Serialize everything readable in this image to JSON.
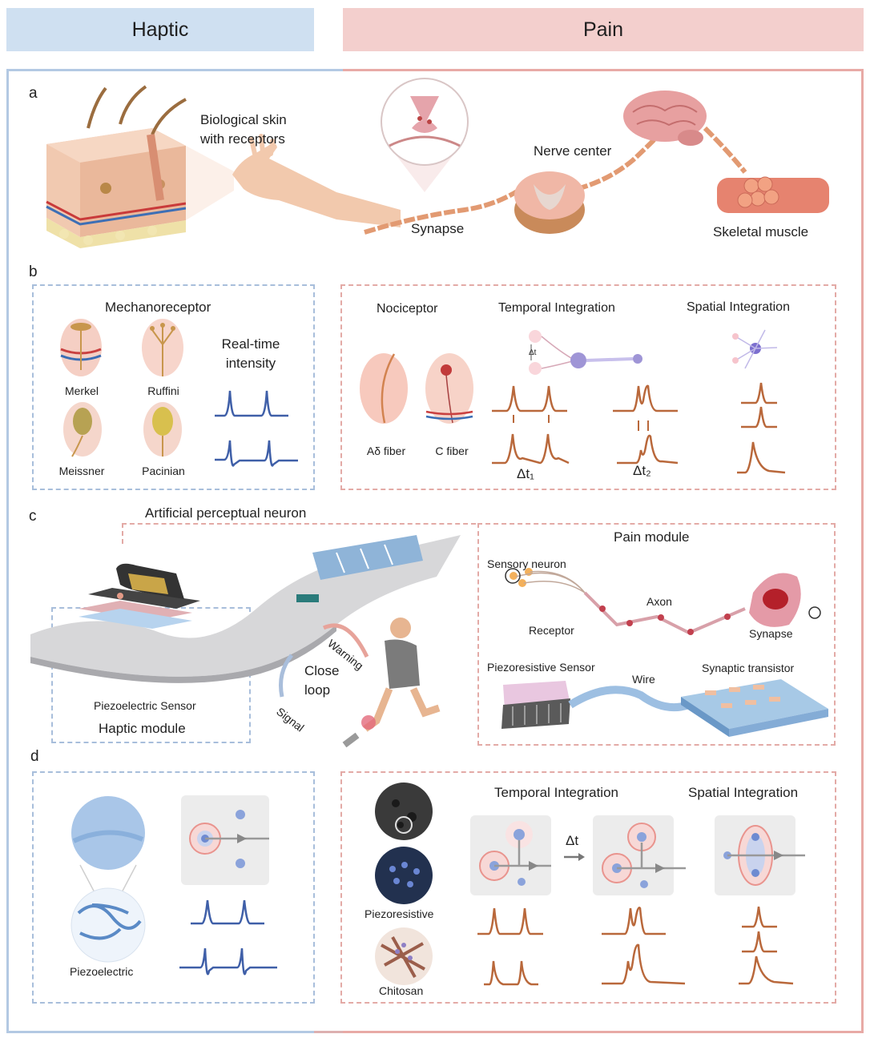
{
  "headers": {
    "haptic": "Haptic",
    "pain": "Pain"
  },
  "panel_letters": {
    "a": "a",
    "b": "b",
    "c": "c",
    "d": "d"
  },
  "panel_a": {
    "skin_label_1": "Biological skin",
    "skin_label_2": "with receptors",
    "nerve_center": "Nerve center",
    "synapse": "Synapse",
    "skeletal_muscle": "Skeletal muscle"
  },
  "panel_b": {
    "mechanoreceptor": "Mechanoreceptor",
    "merkel": "Merkel",
    "ruffini": "Ruffini",
    "meissner": "Meissner",
    "pacinian": "Pacinian",
    "realtime_1": "Real-time",
    "realtime_2": "intensity",
    "nociceptor": "Nociceptor",
    "temporal": "Temporal Integration",
    "spatial": "Spatial Integration",
    "a_delta": "Aδ fiber",
    "c_fiber": "C fiber",
    "dt_small": "Δt",
    "dt1": "Δt₁",
    "dt2": "Δt₂"
  },
  "panel_c": {
    "artificial": "Artificial perceptual neuron",
    "pain_module": "Pain module",
    "sensory_neuron": "Sensory neuron",
    "axon": "Axon",
    "receptor": "Receptor",
    "synapse": "Synapse",
    "piezoresistive_sensor": "Piezoresistive Sensor",
    "wire": "Wire",
    "synaptic_transistor": "Synaptic transistor",
    "warning": "Warning",
    "close_1": "Close",
    "close_2": "loop",
    "signal": "Signal",
    "piezoelectric_sensor": "Piezoelectric Sensor",
    "haptic_module": "Haptic module"
  },
  "panel_d": {
    "piezoelectric": "Piezoelectric",
    "piezoresistive": "Piezoresistive",
    "chitosan": "Chitosan",
    "temporal": "Temporal Integration",
    "spatial": "Spatial Integration",
    "dt": "Δt"
  },
  "colors": {
    "haptic": "#cfe0f1",
    "pain": "#f3cfcd",
    "haptic_wave": "#3f5fa8",
    "pain_wave": "#b9683b"
  }
}
